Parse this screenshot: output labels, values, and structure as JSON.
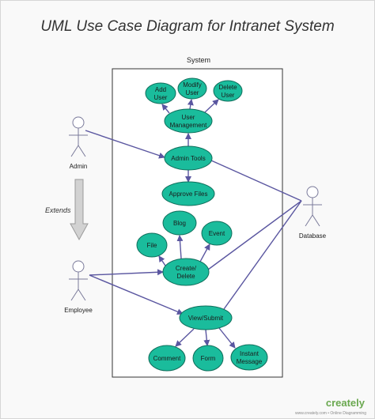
{
  "title": "UML Use Case Diagram for Intranet System",
  "system_label": "System",
  "extends_label": "Extends",
  "actors": {
    "admin": "Admin",
    "employee": "Employee",
    "database": "Database"
  },
  "use_cases": {
    "add_user": [
      "Add",
      "User"
    ],
    "modify_user": [
      "Modify",
      "User"
    ],
    "delete_user": [
      "Delete",
      "User"
    ],
    "user_management": [
      "User",
      "Management"
    ],
    "admin_tools": [
      "Admin Tools"
    ],
    "approve_files": [
      "Approve Files"
    ],
    "blog": [
      "Blog"
    ],
    "event": [
      "Event"
    ],
    "file": [
      "File"
    ],
    "create_delete": [
      "Create/",
      "Delete"
    ],
    "view_submit": [
      "View/Submit"
    ],
    "comment": [
      "Comment"
    ],
    "form": [
      "Form"
    ],
    "instant_message": [
      "Instant",
      "Message"
    ]
  },
  "brand": {
    "logo": "creately",
    "tagline": "www.creately.com • Online Diagramming"
  },
  "colors": {
    "usecase_fill": "#1abc9c",
    "usecase_stroke": "#0f6e5b",
    "arrow": "#5a56a0",
    "actor_stroke": "#7a7a9a"
  }
}
